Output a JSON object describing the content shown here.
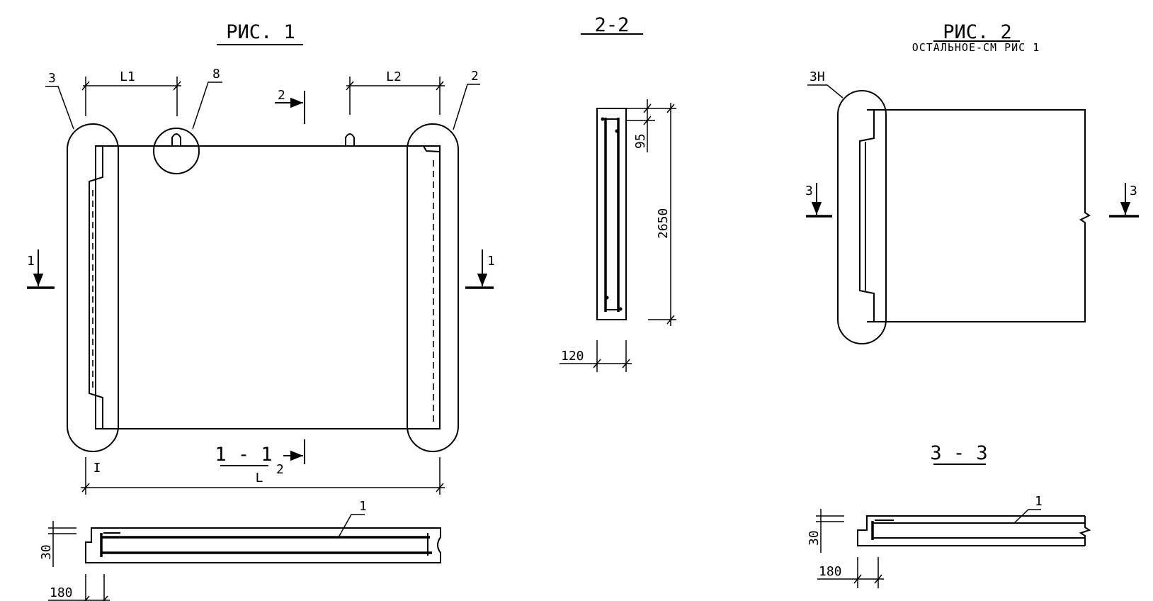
{
  "figure1": {
    "title": "РИС. 1",
    "dim_L1": "L1",
    "dim_L2": "L2",
    "dim_L": "L",
    "callout_3": "3",
    "callout_8": "8",
    "callout_2": "2",
    "section_1_label": "1",
    "section_2_label": "2",
    "small_mark": "I"
  },
  "section_2_2": {
    "title": "2-2",
    "dim_height": "2650",
    "dim_top": "95",
    "dim_width": "120"
  },
  "figure2": {
    "title": "РИС. 2",
    "subtitle": "ОСТАЛЬНОЕ-СМ РИС  1",
    "callout_3n": "3Н",
    "section_3_label": "3"
  },
  "section_1_1": {
    "title": "1 - 1",
    "callout_1": "1",
    "dim_30": "30",
    "dim_180": "180"
  },
  "section_3_3": {
    "title": "3 - 3",
    "callout_1": "1",
    "dim_30": "30",
    "dim_180": "180"
  }
}
